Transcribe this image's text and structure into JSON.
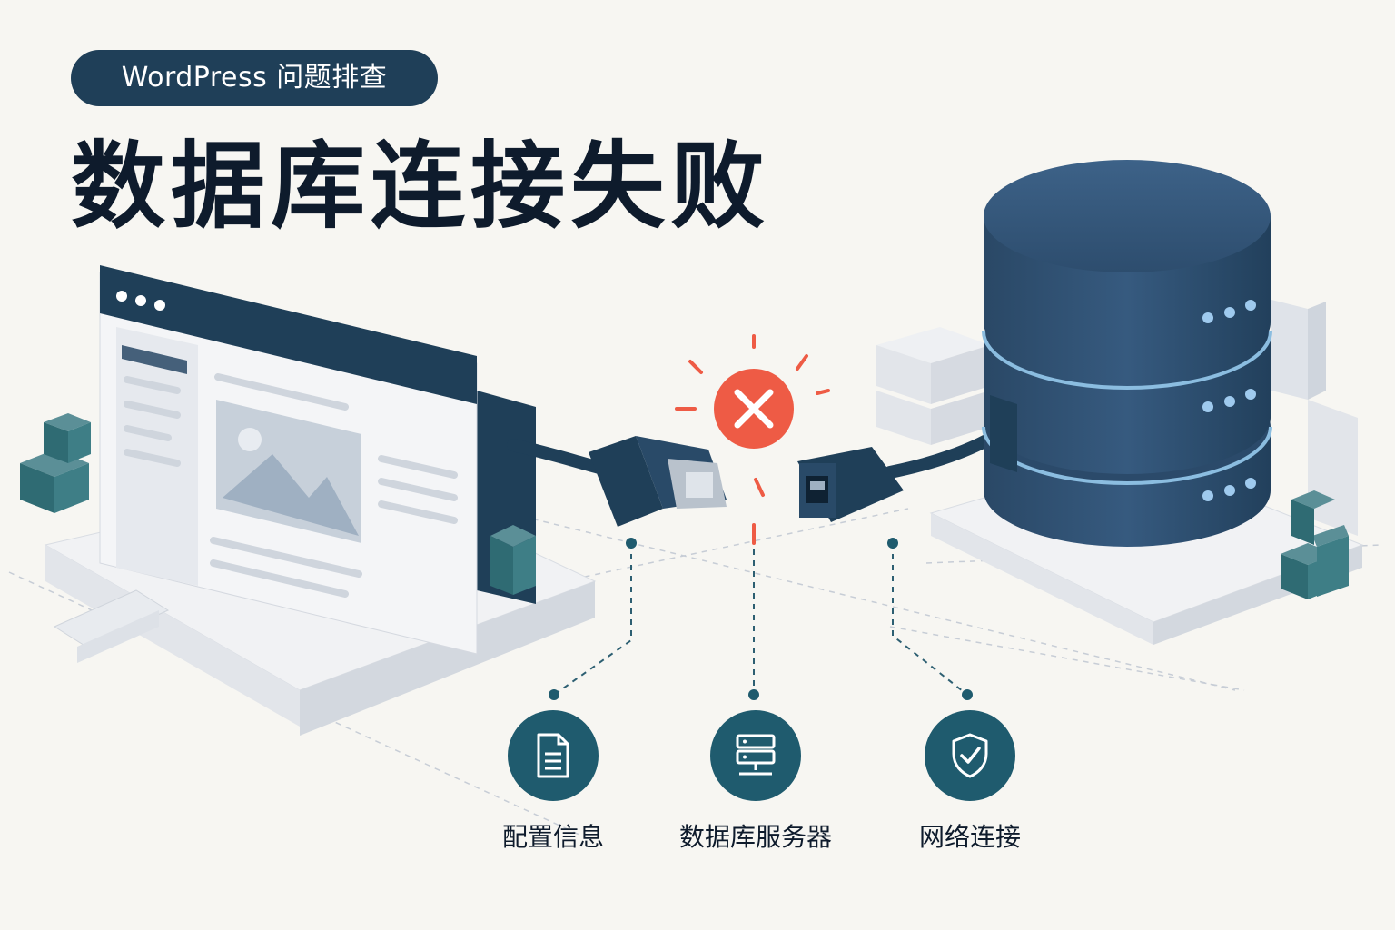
{
  "badge": {
    "label": "WordPress 问题排查"
  },
  "headline": "数据库连接失败",
  "categories": [
    {
      "label": "配置信息",
      "icon": "document-icon"
    },
    {
      "label": "数据库服务器",
      "icon": "server-icon"
    },
    {
      "label": "网络连接",
      "icon": "shield-check-icon"
    }
  ],
  "colors": {
    "background": "#f7f6f2",
    "navy": "#1f3f58",
    "teal": "#1f5b6e",
    "database": "#34577a",
    "error": "#ee5b45",
    "text": "#0e1b2c"
  },
  "status": {
    "icon": "error-x-icon"
  }
}
